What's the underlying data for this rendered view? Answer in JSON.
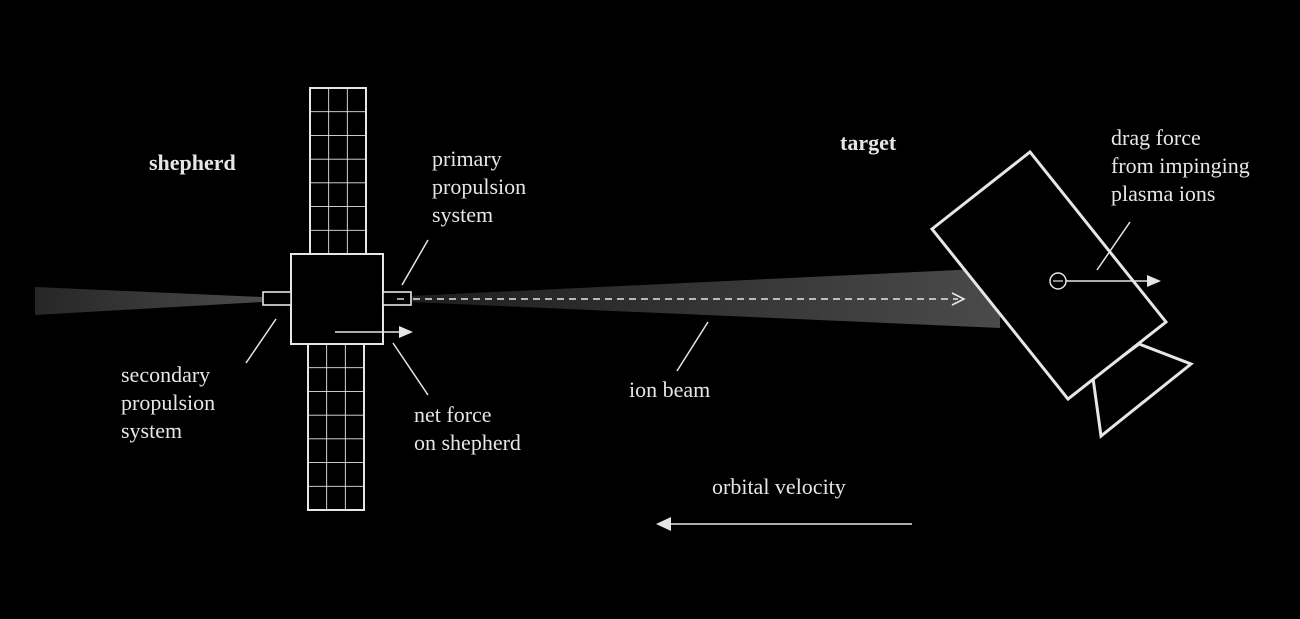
{
  "colors": {
    "background": "#000000",
    "line": "#e6e6e6",
    "text": "#e6e6e6",
    "beam": "#3a3a3a"
  },
  "labels": {
    "shepherd": "shepherd",
    "target": "target",
    "primary_propulsion": [
      "primary",
      "propulsion",
      "system"
    ],
    "secondary_propulsion": [
      "secondary",
      "propulsion",
      "system"
    ],
    "net_force": [
      "net force",
      "on shepherd"
    ],
    "ion_beam": "ion beam",
    "drag_force": [
      "drag force",
      "from impinging",
      "plasma ions"
    ],
    "orbital_velocity": "orbital velocity"
  },
  "solar_panel": {
    "columns": 3,
    "rows": 7
  }
}
